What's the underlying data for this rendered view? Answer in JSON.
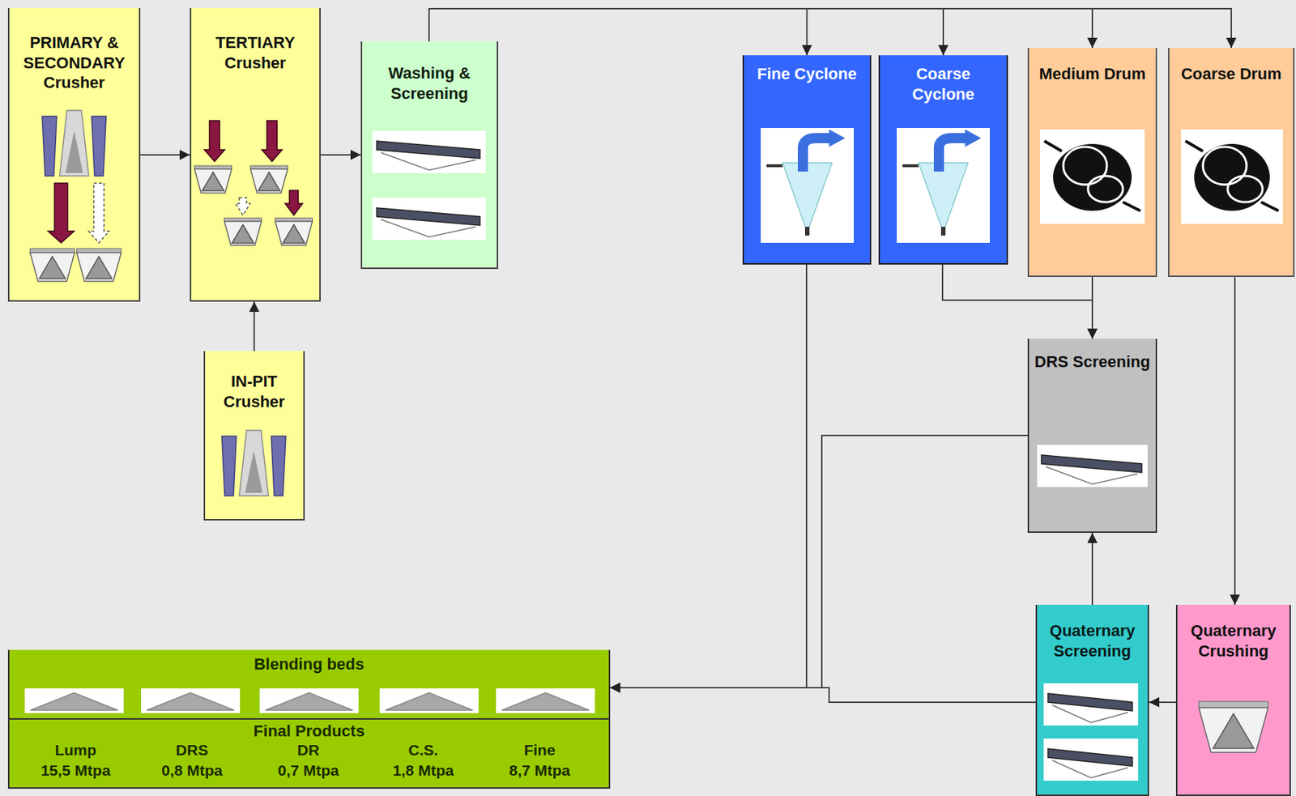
{
  "diagram": {
    "nodes": [
      {
        "text": [
          "PRIMARY & SECONDARY Crusher"
        ]
      },
      {
        "text": [
          "TERTIARY Crusher"
        ]
      },
      {
        "text": [
          "Washing & Screening"
        ]
      },
      {
        "text": [
          "Fine Cyclone"
        ]
      },
      {
        "text": [
          "Coarse Cyclone"
        ]
      },
      {
        "text": [
          "Medium Drum"
        ]
      },
      {
        "text": [
          "Coarse Drum"
        ]
      },
      {
        "text": [
          "IN-PIT Crusher"
        ]
      },
      {
        "text": [
          "DRS Screening"
        ]
      },
      {
        "text": [
          "Blending beds"
        ]
      },
      {
        "text": [
          "Final Products"
        ],
        "in": 9
      },
      {
        "text": [
          "Quaternary Screening"
        ]
      },
      {
        "text": [
          "Quaternary Crushing"
        ]
      }
    ],
    "edges": [
      {
        "from": 0,
        "to": 1,
        "arrow": "to"
      },
      {
        "from": 7,
        "to": 1,
        "arrow": "to"
      },
      {
        "from": 1,
        "to": 2,
        "arrow": "to"
      },
      {
        "from": 2,
        "to": 3,
        "arrow": "to"
      },
      {
        "from": 2,
        "to": 4,
        "arrow": "to"
      },
      {
        "from": 2,
        "to": 5,
        "arrow": "to"
      },
      {
        "from": 2,
        "to": 6,
        "arrow": "to"
      },
      {
        "from": 3,
        "to": 9,
        "arrow": "to"
      },
      {
        "from": 4,
        "to": 8,
        "arrow": "to"
      },
      {
        "from": 5,
        "to": 8,
        "arrow": "to"
      },
      {
        "from": 6,
        "to": 12,
        "arrow": "to"
      },
      {
        "from": 12,
        "to": 11,
        "arrow": "to"
      },
      {
        "from": 11,
        "to": 8,
        "arrow": "to"
      },
      {
        "from": 8,
        "to": 9,
        "arrow": "to"
      },
      {
        "from": 11,
        "to": 9,
        "arrow": "to"
      }
    ],
    "labels": [
      "Lump",
      "15,5 Mtpa",
      "DRS",
      "0,8 Mtpa",
      "DR",
      "0,7 Mtpa",
      "C.S.",
      "1,8 Mtpa",
      "Fine",
      "8,7 Mtpa"
    ]
  }
}
